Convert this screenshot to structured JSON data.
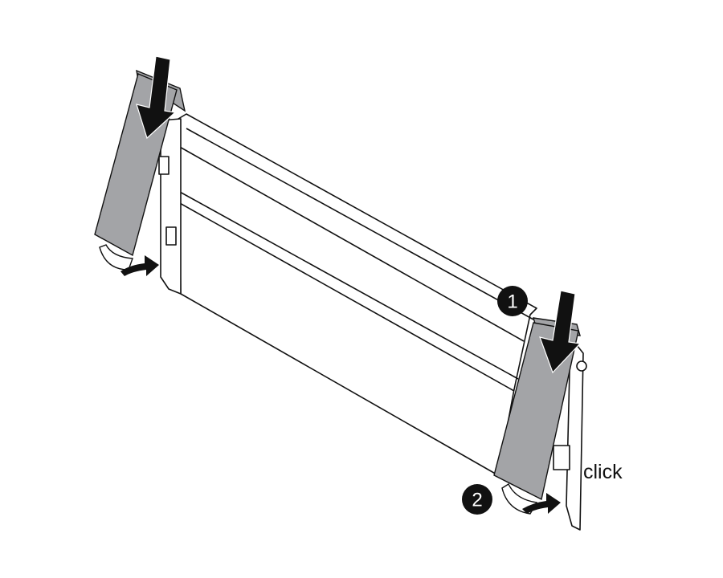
{
  "callouts": [
    {
      "label": "1"
    },
    {
      "label": "2"
    }
  ],
  "click_label": "click",
  "colors": {
    "handle_fill": "#a3a4a7",
    "line": "#111111",
    "callout_fill": "#111111"
  }
}
